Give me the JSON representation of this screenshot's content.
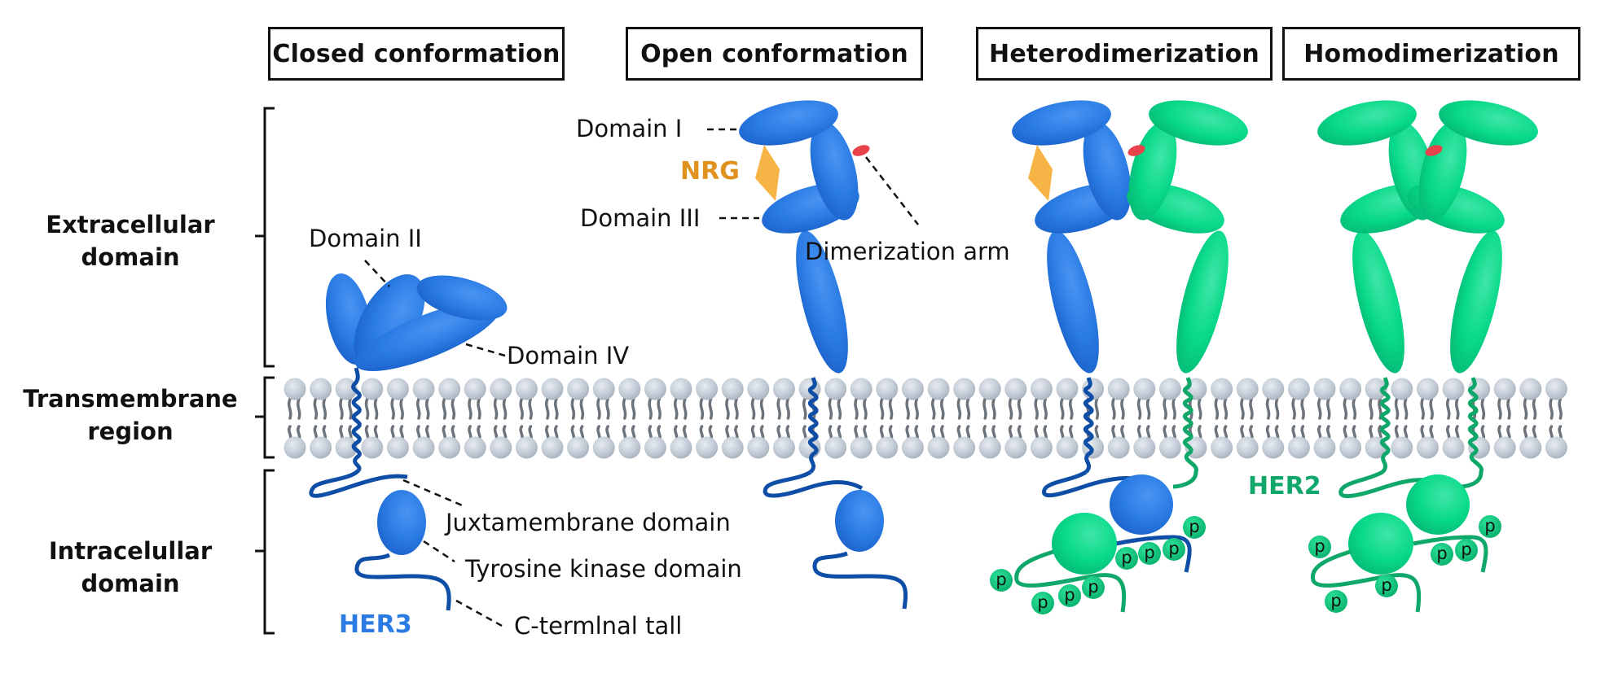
{
  "headers": [
    {
      "label": "Closed conformation"
    },
    {
      "label": "Open conformation"
    },
    {
      "label": "Heterodimerization"
    },
    {
      "label": "Homodimerization"
    }
  ],
  "regions": [
    {
      "label_line1": "Extracellular",
      "label_line2": "domain"
    },
    {
      "label_line1": "Transmembrane",
      "label_line2": "region"
    },
    {
      "label_line1": "Intracelullar",
      "label_line2": "domain"
    }
  ],
  "annotations": {
    "domain_1": "Domain I",
    "domain_2": "Domain II",
    "domain_3": "Domain III",
    "domain_4": "Domain IV",
    "dimerization_arm": "Dimerization arm",
    "juxtamembrane": "Juxtamembrane domain",
    "tyrosine_kinase": "Tyrosine kinase domain",
    "c_terminal": "C-termlnal tall"
  },
  "ligand": {
    "label": "NRG",
    "color": "#f7b446",
    "text_color": "#e0921e"
  },
  "receptors": {
    "her3": {
      "label": "HER3",
      "color": "#2a7be4",
      "text_color": "#2a7be4",
      "tail_color": "#0e4ea6"
    },
    "her2": {
      "label": "HER2",
      "color": "#08d98a",
      "text_color": "#10a86a",
      "tail_color": "#10a86a"
    }
  },
  "phospho_label": "p",
  "colors": {
    "dimer_arm": "#e8434b",
    "membrane_head": "#c3ccd6",
    "membrane_tail": "#6d737b"
  }
}
